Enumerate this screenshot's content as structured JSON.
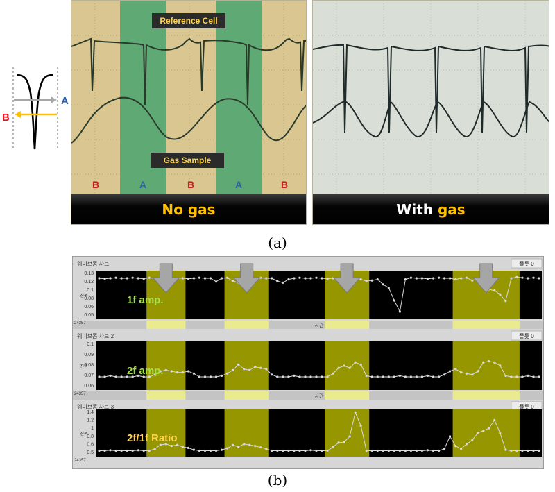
{
  "inset": {
    "label_a": "A",
    "label_b": "B"
  },
  "panel_a": {
    "left": {
      "label_top": "Reference Cell",
      "label_bottom": "Gas Sample",
      "band_labels": [
        "B",
        "A",
        "B",
        "A",
        "B"
      ],
      "footer_yellow": "No gas",
      "footer_white": ""
    },
    "right": {
      "footer_white": "With",
      "footer_yellow": "gas"
    },
    "caption": "(a)"
  },
  "panel_b": {
    "caption": "(b)",
    "chart_titles": [
      "웨이브폼 차트",
      "웨이브폼 차트 2",
      "웨이브폼 차트 3"
    ],
    "plot_button": "플롯 0",
    "x_axis_label": "시간",
    "x_start": "24357",
    "y_axis_label": "진폭",
    "colors": {
      "plot_bg": "#000000",
      "trace": "#d9d9d9",
      "highlight": "#c8c800",
      "arrow": "#a6a6a6"
    }
  },
  "chart_data": [
    {
      "type": "line",
      "title": "웨이브폼 차트",
      "overlay_label": "1f amp.",
      "ylabel": "진폭",
      "xlabel": "시간",
      "yticks": [
        "0.13",
        "0.12",
        "0.1",
        "0.08",
        "0.06",
        "0.05"
      ],
      "ylim": [
        0.05,
        0.13
      ],
      "x": [
        0,
        1,
        2,
        3,
        4,
        5,
        6,
        7,
        8,
        9,
        10,
        11,
        12,
        13,
        14,
        15,
        16,
        17,
        18,
        19,
        20,
        21,
        22,
        23,
        24,
        25,
        26,
        27,
        28,
        29,
        30,
        31,
        32,
        33,
        34,
        35,
        36,
        37,
        38,
        39,
        40,
        41,
        42,
        43,
        44,
        45,
        46,
        47,
        48,
        49,
        50,
        51,
        52,
        53,
        54,
        55,
        56,
        57,
        58,
        59,
        60,
        61,
        62,
        63,
        64,
        65,
        66,
        67,
        68,
        69,
        70,
        71,
        72,
        73,
        74,
        75,
        76,
        77,
        78,
        79
      ],
      "values": [
        0.12,
        0.119,
        0.12,
        0.121,
        0.12,
        0.12,
        0.121,
        0.12,
        0.119,
        0.121,
        0.12,
        0.121,
        0.12,
        0.12,
        0.12,
        0.12,
        0.119,
        0.12,
        0.121,
        0.12,
        0.12,
        0.114,
        0.12,
        0.121,
        0.115,
        0.112,
        0.118,
        0.12,
        0.119,
        0.121,
        0.12,
        0.12,
        0.115,
        0.112,
        0.118,
        0.12,
        0.121,
        0.12,
        0.12,
        0.121,
        0.12,
        0.119,
        0.12,
        0.12,
        0.121,
        0.12,
        0.12,
        0.118,
        0.115,
        0.116,
        0.118,
        0.109,
        0.103,
        0.08,
        0.06,
        0.118,
        0.121,
        0.12,
        0.12,
        0.119,
        0.12,
        0.121,
        0.12,
        0.12,
        0.118,
        0.12,
        0.121,
        0.116,
        0.12,
        0.121,
        0.1,
        0.098,
        0.091,
        0.079,
        0.12,
        0.122,
        0.121,
        0.12,
        0.121,
        0.12
      ],
      "highlight_ranges": [
        [
          9,
          15
        ],
        [
          23,
          30
        ],
        [
          41,
          48
        ],
        [
          64,
          75
        ]
      ]
    },
    {
      "type": "line",
      "title": "웨이브폼 차트 2",
      "overlay_label": "2f amp.",
      "ylabel": "진폭",
      "xlabel": "시간",
      "yticks": [
        "0.1",
        "0.09",
        "0.08",
        "0.07",
        "0.06"
      ],
      "ylim": [
        0.06,
        0.1
      ],
      "x": [
        0,
        1,
        2,
        3,
        4,
        5,
        6,
        7,
        8,
        9,
        10,
        11,
        12,
        13,
        14,
        15,
        16,
        17,
        18,
        19,
        20,
        21,
        22,
        23,
        24,
        25,
        26,
        27,
        28,
        29,
        30,
        31,
        32,
        33,
        34,
        35,
        36,
        37,
        38,
        39,
        40,
        41,
        42,
        43,
        44,
        45,
        46,
        47,
        48,
        49,
        50,
        51,
        52,
        53,
        54,
        55,
        56,
        57,
        58,
        59,
        60,
        61,
        62,
        63,
        64,
        65,
        66,
        67,
        68,
        69,
        70,
        71,
        72,
        73,
        74,
        75,
        76,
        77,
        78,
        79
      ],
      "values": [
        0.07,
        0.07,
        0.071,
        0.07,
        0.07,
        0.07,
        0.07,
        0.071,
        0.07,
        0.07,
        0.072,
        0.075,
        0.076,
        0.075,
        0.074,
        0.074,
        0.075,
        0.073,
        0.07,
        0.07,
        0.07,
        0.07,
        0.071,
        0.073,
        0.076,
        0.081,
        0.077,
        0.076,
        0.079,
        0.078,
        0.077,
        0.072,
        0.07,
        0.07,
        0.07,
        0.071,
        0.07,
        0.07,
        0.07,
        0.07,
        0.07,
        0.07,
        0.073,
        0.078,
        0.08,
        0.078,
        0.083,
        0.081,
        0.071,
        0.07,
        0.07,
        0.07,
        0.07,
        0.07,
        0.071,
        0.07,
        0.07,
        0.07,
        0.07,
        0.071,
        0.07,
        0.07,
        0.072,
        0.075,
        0.077,
        0.074,
        0.073,
        0.072,
        0.075,
        0.083,
        0.084,
        0.083,
        0.08,
        0.071,
        0.07,
        0.07,
        0.07,
        0.071,
        0.07,
        0.07
      ],
      "highlight_ranges": [
        [
          9,
          15
        ],
        [
          23,
          30
        ],
        [
          41,
          48
        ],
        [
          64,
          75
        ]
      ]
    },
    {
      "type": "line",
      "title": "웨이브폼 차트 3",
      "overlay_label": "2f/1f Ratio",
      "ylabel": "진폭",
      "xlabel": "",
      "yticks": [
        "1.4",
        "1.2",
        "1",
        "0.8",
        "0.6",
        "0.5"
      ],
      "ylim": [
        0.5,
        1.4
      ],
      "x": [
        0,
        1,
        2,
        3,
        4,
        5,
        6,
        7,
        8,
        9,
        10,
        11,
        12,
        13,
        14,
        15,
        16,
        17,
        18,
        19,
        20,
        21,
        22,
        23,
        24,
        25,
        26,
        27,
        28,
        29,
        30,
        31,
        32,
        33,
        34,
        35,
        36,
        37,
        38,
        39,
        40,
        41,
        42,
        43,
        44,
        45,
        46,
        47,
        48,
        49,
        50,
        51,
        52,
        53,
        54,
        55,
        56,
        57,
        58,
        59,
        60,
        61,
        62,
        63,
        64,
        65,
        66,
        67,
        68,
        69,
        70,
        71,
        72,
        73,
        74,
        75,
        76,
        77,
        78,
        79
      ],
      "values": [
        0.58,
        0.58,
        0.59,
        0.58,
        0.58,
        0.58,
        0.58,
        0.59,
        0.58,
        0.58,
        0.62,
        0.7,
        0.72,
        0.68,
        0.7,
        0.66,
        0.64,
        0.6,
        0.58,
        0.58,
        0.58,
        0.58,
        0.6,
        0.63,
        0.7,
        0.66,
        0.72,
        0.7,
        0.68,
        0.65,
        0.62,
        0.58,
        0.58,
        0.58,
        0.58,
        0.58,
        0.58,
        0.58,
        0.59,
        0.58,
        0.58,
        0.58,
        0.66,
        0.75,
        0.76,
        0.88,
        1.38,
        1.1,
        0.58,
        0.58,
        0.58,
        0.58,
        0.58,
        0.58,
        0.58,
        0.58,
        0.58,
        0.58,
        0.58,
        0.59,
        0.58,
        0.58,
        0.62,
        0.88,
        0.68,
        0.62,
        0.72,
        0.8,
        0.95,
        1.0,
        1.05,
        1.22,
        0.95,
        0.6,
        0.58,
        0.58,
        0.58,
        0.58,
        0.58,
        0.58
      ],
      "highlight_ranges": [
        [
          9,
          15
        ],
        [
          23,
          30
        ],
        [
          41,
          48
        ],
        [
          64,
          75
        ]
      ]
    }
  ]
}
